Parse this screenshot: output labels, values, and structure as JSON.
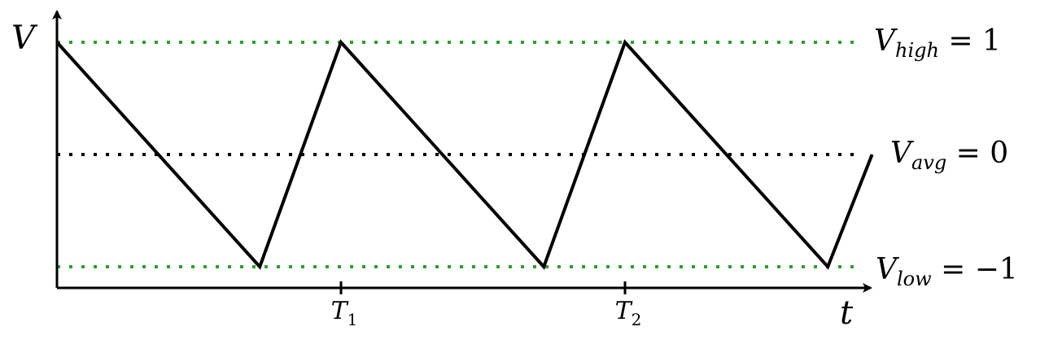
{
  "colors": {
    "waveform": "#000000",
    "limit_lines": "#2ca02c",
    "average_line": "#000000",
    "axes": "#000000"
  },
  "axes": {
    "y_label": "V",
    "x_label": "t",
    "ticks": [
      {
        "base": "T",
        "sub": "1"
      },
      {
        "base": "T",
        "sub": "2"
      }
    ]
  },
  "levels": {
    "high": {
      "base": "V",
      "sub": "high",
      "eq": " = 1"
    },
    "avg": {
      "base": "V",
      "sub": "avg",
      "eq": " = 0"
    },
    "low": {
      "base": "V",
      "sub": "low",
      "eq": " = −1"
    }
  },
  "chart_data": {
    "type": "line",
    "series": [
      {
        "x": [
          0,
          0.714,
          1,
          1.714,
          2,
          2.714,
          2.87
        ],
        "y": [
          1,
          -1,
          1,
          -1,
          1,
          -1,
          0
        ]
      }
    ],
    "reference_lines": [
      {
        "y": 1,
        "style": "dotted",
        "color": "#2ca02c"
      },
      {
        "y": 0,
        "style": "dotted",
        "color": "#000000"
      },
      {
        "y": -1,
        "style": "dotted",
        "color": "#2ca02c"
      }
    ],
    "x_ticks": [
      1,
      2
    ],
    "grid": false
  }
}
